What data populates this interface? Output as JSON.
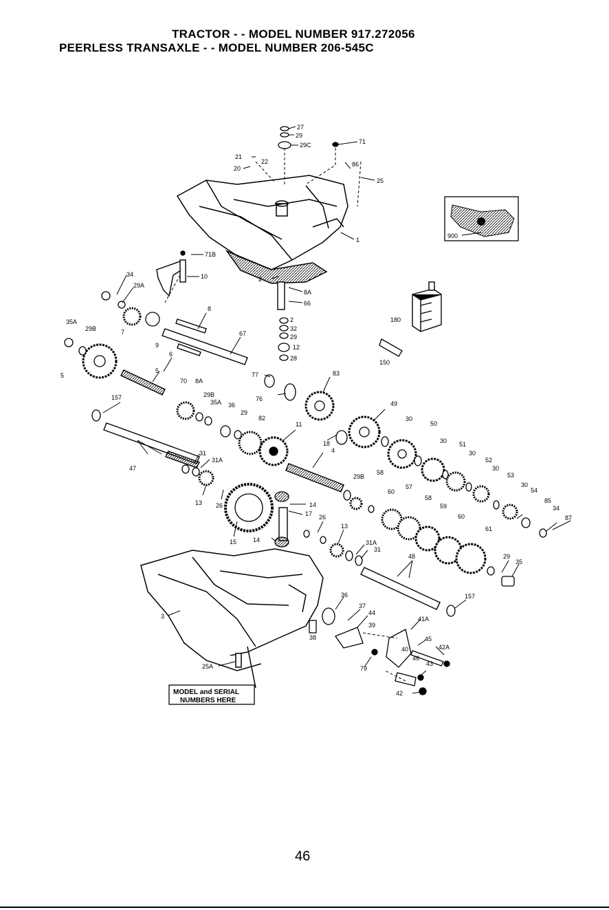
{
  "header": {
    "line1": "TRACTOR - - MODEL NUMBER 917.272056",
    "line2": "PEERLESS TRANSAXLE - - MODEL NUMBER 206-545C"
  },
  "stamp": {
    "line1": "MODEL and SERIAL",
    "line2": "NUMBERS HERE"
  },
  "callouts": [
    "27",
    "29",
    "29C",
    "71",
    "21",
    "22",
    "20",
    "86",
    "25",
    "1",
    "900",
    "34",
    "29A",
    "71B",
    "10",
    "2",
    "8A",
    "66",
    "35A",
    "29B",
    "7",
    "9",
    "8",
    "67",
    "2",
    "32",
    "29",
    "12",
    "28",
    "180",
    "150",
    "5",
    "6",
    "5",
    "70",
    "8A",
    "77",
    "76",
    "83",
    "157",
    "29B",
    "35A",
    "36",
    "29",
    "82",
    "49",
    "11",
    "18",
    "30",
    "50",
    "4",
    "30",
    "51",
    "47",
    "31",
    "31A",
    "30",
    "52",
    "29B",
    "58",
    "30",
    "53",
    "13",
    "26",
    "14",
    "60",
    "57",
    "17",
    "58",
    "30",
    "54",
    "26",
    "59",
    "85",
    "34",
    "87",
    "15",
    "13",
    "60",
    "61",
    "14",
    "31A",
    "31",
    "48",
    "29",
    "35",
    "157",
    "3",
    "36",
    "37",
    "44",
    "41A",
    "39",
    "38",
    "45",
    "42A",
    "40",
    "46",
    "43",
    "79",
    "25A",
    "42"
  ],
  "footer": {
    "page": "46"
  }
}
